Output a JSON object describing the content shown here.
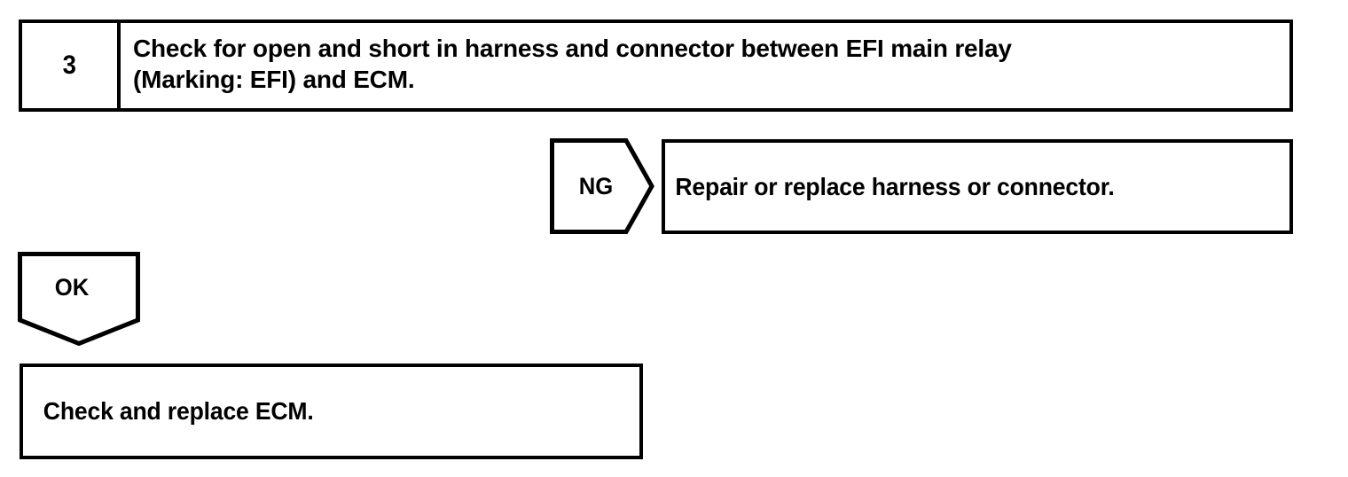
{
  "diagram": {
    "type": "troubleshooting-flowchart",
    "colors": {
      "line": "#000000",
      "background": "#ffffff",
      "text": "#000000"
    },
    "step": {
      "number": "3",
      "instruction_line1": "Check for open and short in harness and connector between EFI main relay",
      "instruction_line2": "(Marking: EFI) and ECM.",
      "instruction": "Check for open and short in harness and connector between EFI main relay\n(Marking: EFI) and ECM."
    },
    "branch_ng": {
      "label": "NG",
      "result": "Repair or replace harness or connector."
    },
    "branch_ok": {
      "label": "OK",
      "result": "Check and replace ECM."
    }
  }
}
